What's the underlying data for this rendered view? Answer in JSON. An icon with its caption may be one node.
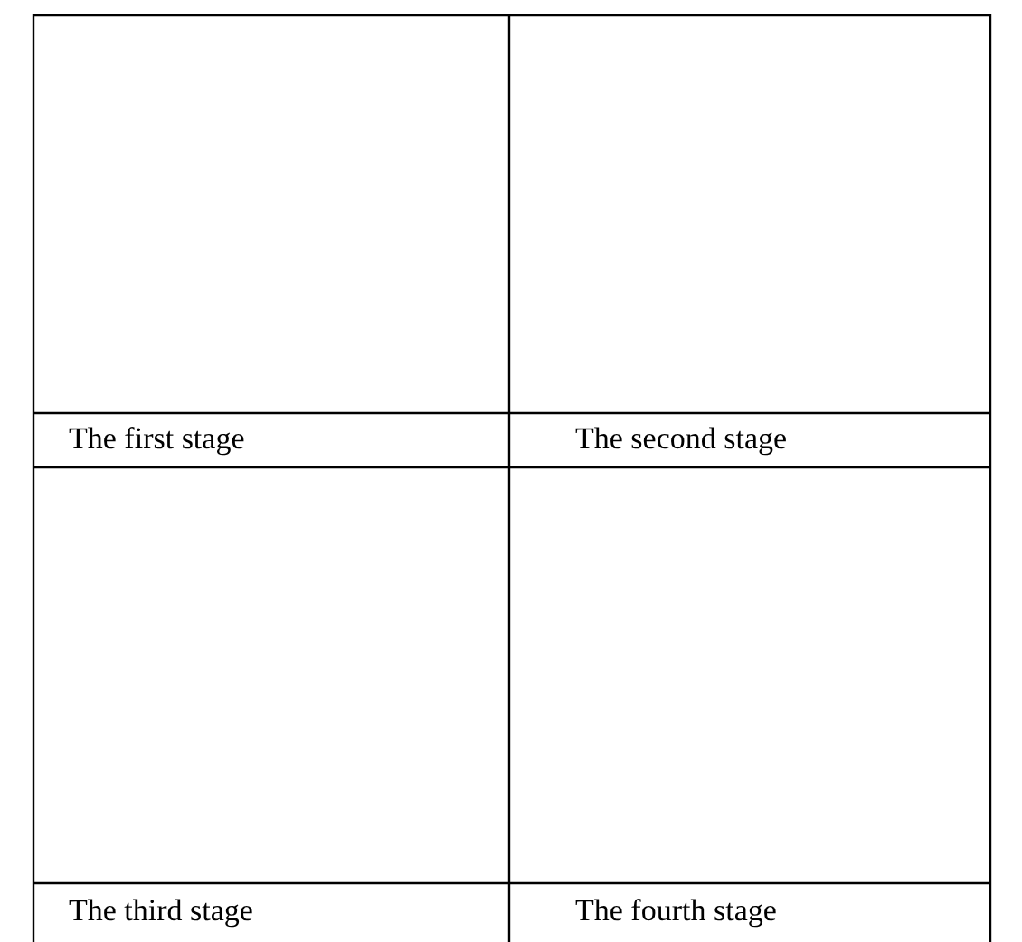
{
  "diagram": {
    "labels": [
      "The first stage",
      "The second stage",
      "The third stage",
      "The fourth stage"
    ]
  }
}
